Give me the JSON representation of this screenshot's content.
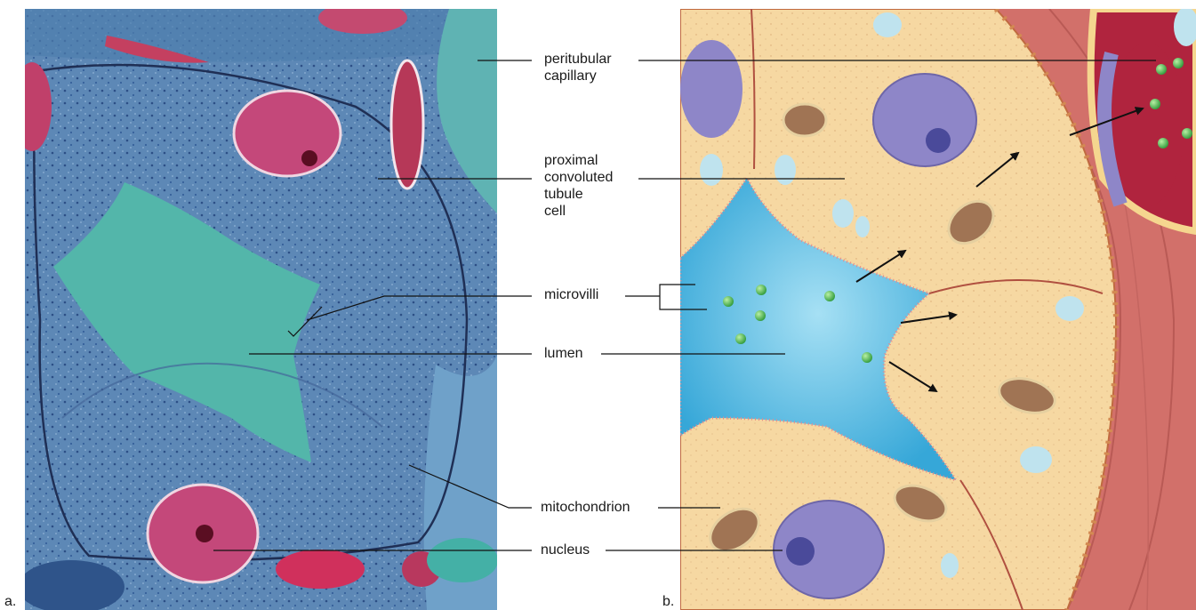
{
  "panels": [
    {
      "letter": "a."
    },
    {
      "letter": "b."
    }
  ],
  "labels": {
    "peritubular": "peritubular\ncapillary",
    "proximal": "proximal\nconvoluted\ntubule\ncell",
    "microvilli": "microvilli",
    "lumen": "lumen",
    "mitochondrion": "mitochondrion",
    "nucleus": "nucleus"
  },
  "colors": {
    "micrograph_bg": "#5a86b4",
    "micrograph_lumen": "#4fb3a8",
    "nucleus_micro": "#c4487a",
    "cell_cytoplasm": "#f6d8a2",
    "lumen_drawing": "#5ec3e6",
    "muscle": "#d2706a",
    "capillary_blood": "#b0243e",
    "nucleus_drawing": "#8e86c8",
    "mitochondrion": "#a07454",
    "solute": "#3aa642"
  }
}
